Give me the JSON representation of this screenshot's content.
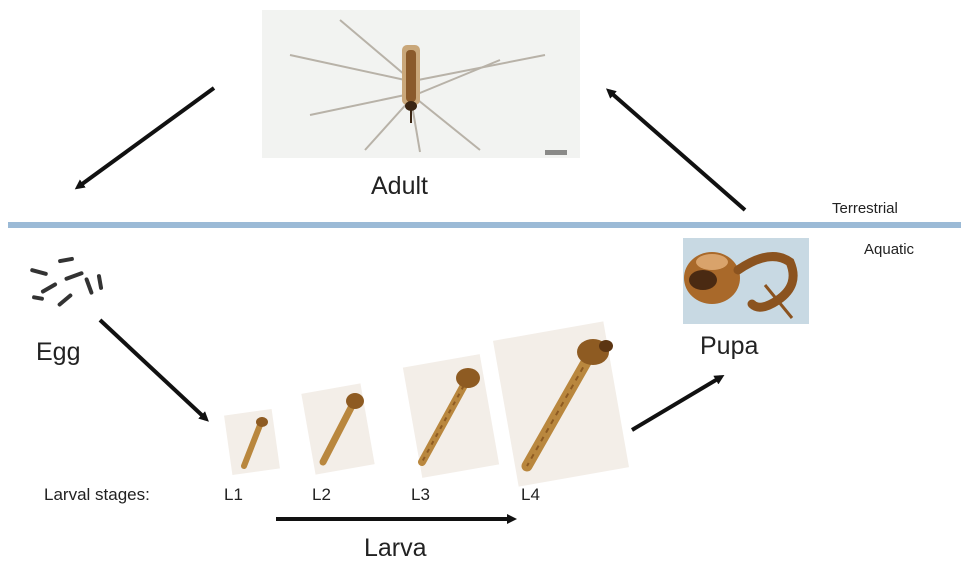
{
  "diagram": {
    "stages": {
      "adult": "Adult",
      "egg": "Egg",
      "pupa": "Pupa",
      "larva": "Larva"
    },
    "environments": {
      "terrestrial": "Terrestrial",
      "aquatic": "Aquatic"
    },
    "larval_stages": {
      "prefix": "Larval stages:",
      "items": [
        "L1",
        "L2",
        "L3",
        "L4"
      ]
    },
    "colors": {
      "divider": "#9bbad6",
      "arrow": "#111111",
      "larva_body": "#b9873e",
      "pupa_body": "#a9692a",
      "mosquito_body": "#8a5a2b"
    }
  }
}
